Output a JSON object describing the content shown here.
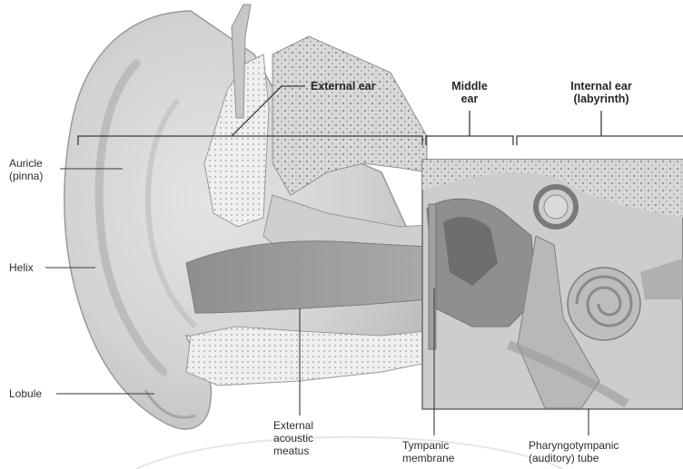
{
  "labels": {
    "external_ear": "External ear",
    "middle_ear": "Middle\near",
    "internal_ear": "Internal ear\n(labyrinth)",
    "auricle": "Auricle\n(pinna)",
    "helix": "Helix",
    "lobule": "Lobule",
    "external_acoustic_meatus": "External\nacoustic\nmeatus",
    "tympanic_membrane": "Tympanic\nmembrane",
    "pharyngotympanic_tube": "Pharyngotympanic\n(auditory) tube"
  }
}
